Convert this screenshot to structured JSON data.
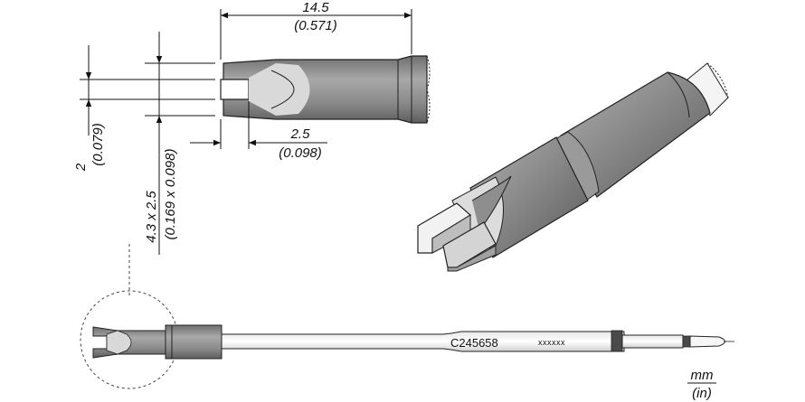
{
  "top_dimension": {
    "mm": "14.5",
    "in": "(0.571)"
  },
  "slot_length": {
    "mm": "2.5",
    "in": "(0.098)"
  },
  "slot_width": {
    "mm": "2",
    "in": "(0.079)"
  },
  "tip_section": {
    "mm": "4.3 x 2.5",
    "in": "(0.169 x 0.098)"
  },
  "part_number": "C245658",
  "serial_mark": "xxxxxx",
  "units": {
    "mm": "mm",
    "in": "(in)"
  },
  "colors": {
    "body_dark": "#8e8e8e",
    "body_light": "#d9d9d9",
    "shaft": "#f2f2f2",
    "band": "#4a4a4a"
  }
}
